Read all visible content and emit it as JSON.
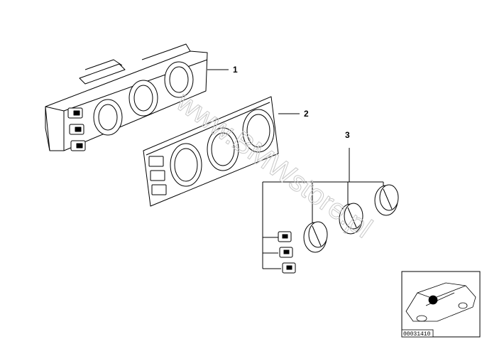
{
  "callouts": {
    "part1": "1",
    "part2": "2",
    "part3": "3"
  },
  "watermark": "www.BMWstore.pl",
  "reference_inset": {
    "code": "00031410"
  },
  "colors": {
    "line": "#000000",
    "background": "#ffffff",
    "watermark": "#c9c9c9"
  }
}
